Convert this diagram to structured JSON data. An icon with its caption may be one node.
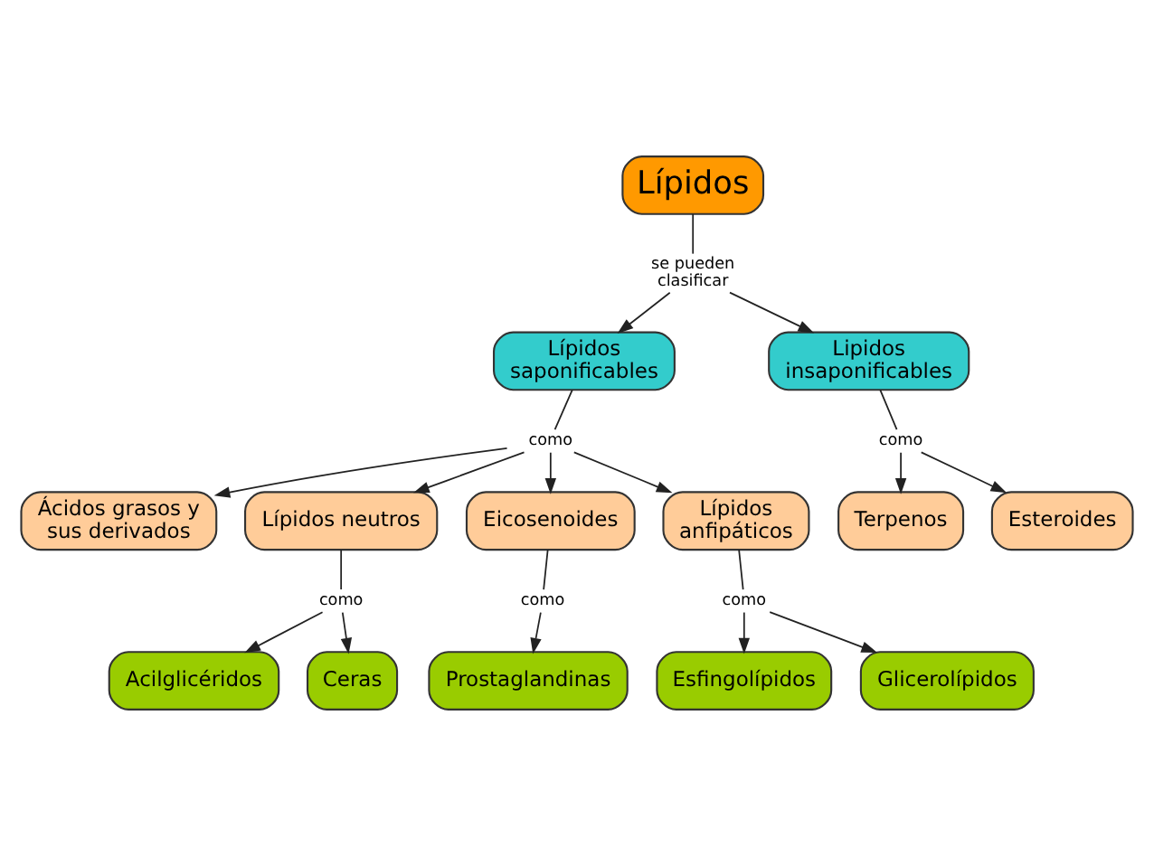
{
  "diagram": {
    "nodes": [
      {
        "text": [
          "Lípidos"
        ]
      },
      {
        "text": [
          "se pueden clasificar"
        ]
      },
      {
        "text": [
          "Lípidos saponificables"
        ]
      },
      {
        "text": [
          "Lipidos insaponificables"
        ]
      },
      {
        "text": [
          "como"
        ]
      },
      {
        "text": [
          "Ácidos grasos y sus derivados"
        ]
      },
      {
        "text": [
          "Lípidos neutros"
        ]
      },
      {
        "text": [
          "Eicosenoides"
        ]
      },
      {
        "text": [
          "Lípidos anfipáticos"
        ]
      },
      {
        "text": [
          "como"
        ]
      },
      {
        "text": [
          "Terpenos"
        ]
      },
      {
        "text": [
          "Esteroides"
        ]
      },
      {
        "text": [
          "como"
        ]
      },
      {
        "text": [
          "Acilglicéridos"
        ]
      },
      {
        "text": [
          "Ceras"
        ]
      },
      {
        "text": [
          "como"
        ]
      },
      {
        "text": [
          "Prostaglandinas"
        ]
      },
      {
        "text": [
          "como"
        ]
      },
      {
        "text": [
          "Esfingolípidos"
        ]
      },
      {
        "text": [
          "Glicerolípidos"
        ]
      }
    ],
    "edges": [
      {
        "from": 0,
        "to": 1,
        "arrow": "none"
      },
      {
        "from": 1,
        "to": 2,
        "arrow": "to"
      },
      {
        "from": 1,
        "to": 3,
        "arrow": "to"
      },
      {
        "from": 2,
        "to": 4,
        "arrow": "none"
      },
      {
        "from": 4,
        "to": 5,
        "arrow": "to"
      },
      {
        "from": 4,
        "to": 6,
        "arrow": "to"
      },
      {
        "from": 4,
        "to": 7,
        "arrow": "to"
      },
      {
        "from": 4,
        "to": 8,
        "arrow": "to"
      },
      {
        "from": 3,
        "to": 9,
        "arrow": "none"
      },
      {
        "from": 9,
        "to": 10,
        "arrow": "to"
      },
      {
        "from": 9,
        "to": 11,
        "arrow": "to"
      },
      {
        "from": 6,
        "to": 12,
        "arrow": "none"
      },
      {
        "from": 12,
        "to": 13,
        "arrow": "to"
      },
      {
        "from": 12,
        "to": 14,
        "arrow": "to"
      },
      {
        "from": 7,
        "to": 15,
        "arrow": "none"
      },
      {
        "from": 15,
        "to": 16,
        "arrow": "to"
      },
      {
        "from": 8,
        "to": 17,
        "arrow": "none"
      },
      {
        "from": 17,
        "to": 18,
        "arrow": "to"
      },
      {
        "from": 17,
        "to": 19,
        "arrow": "to"
      }
    ]
  }
}
